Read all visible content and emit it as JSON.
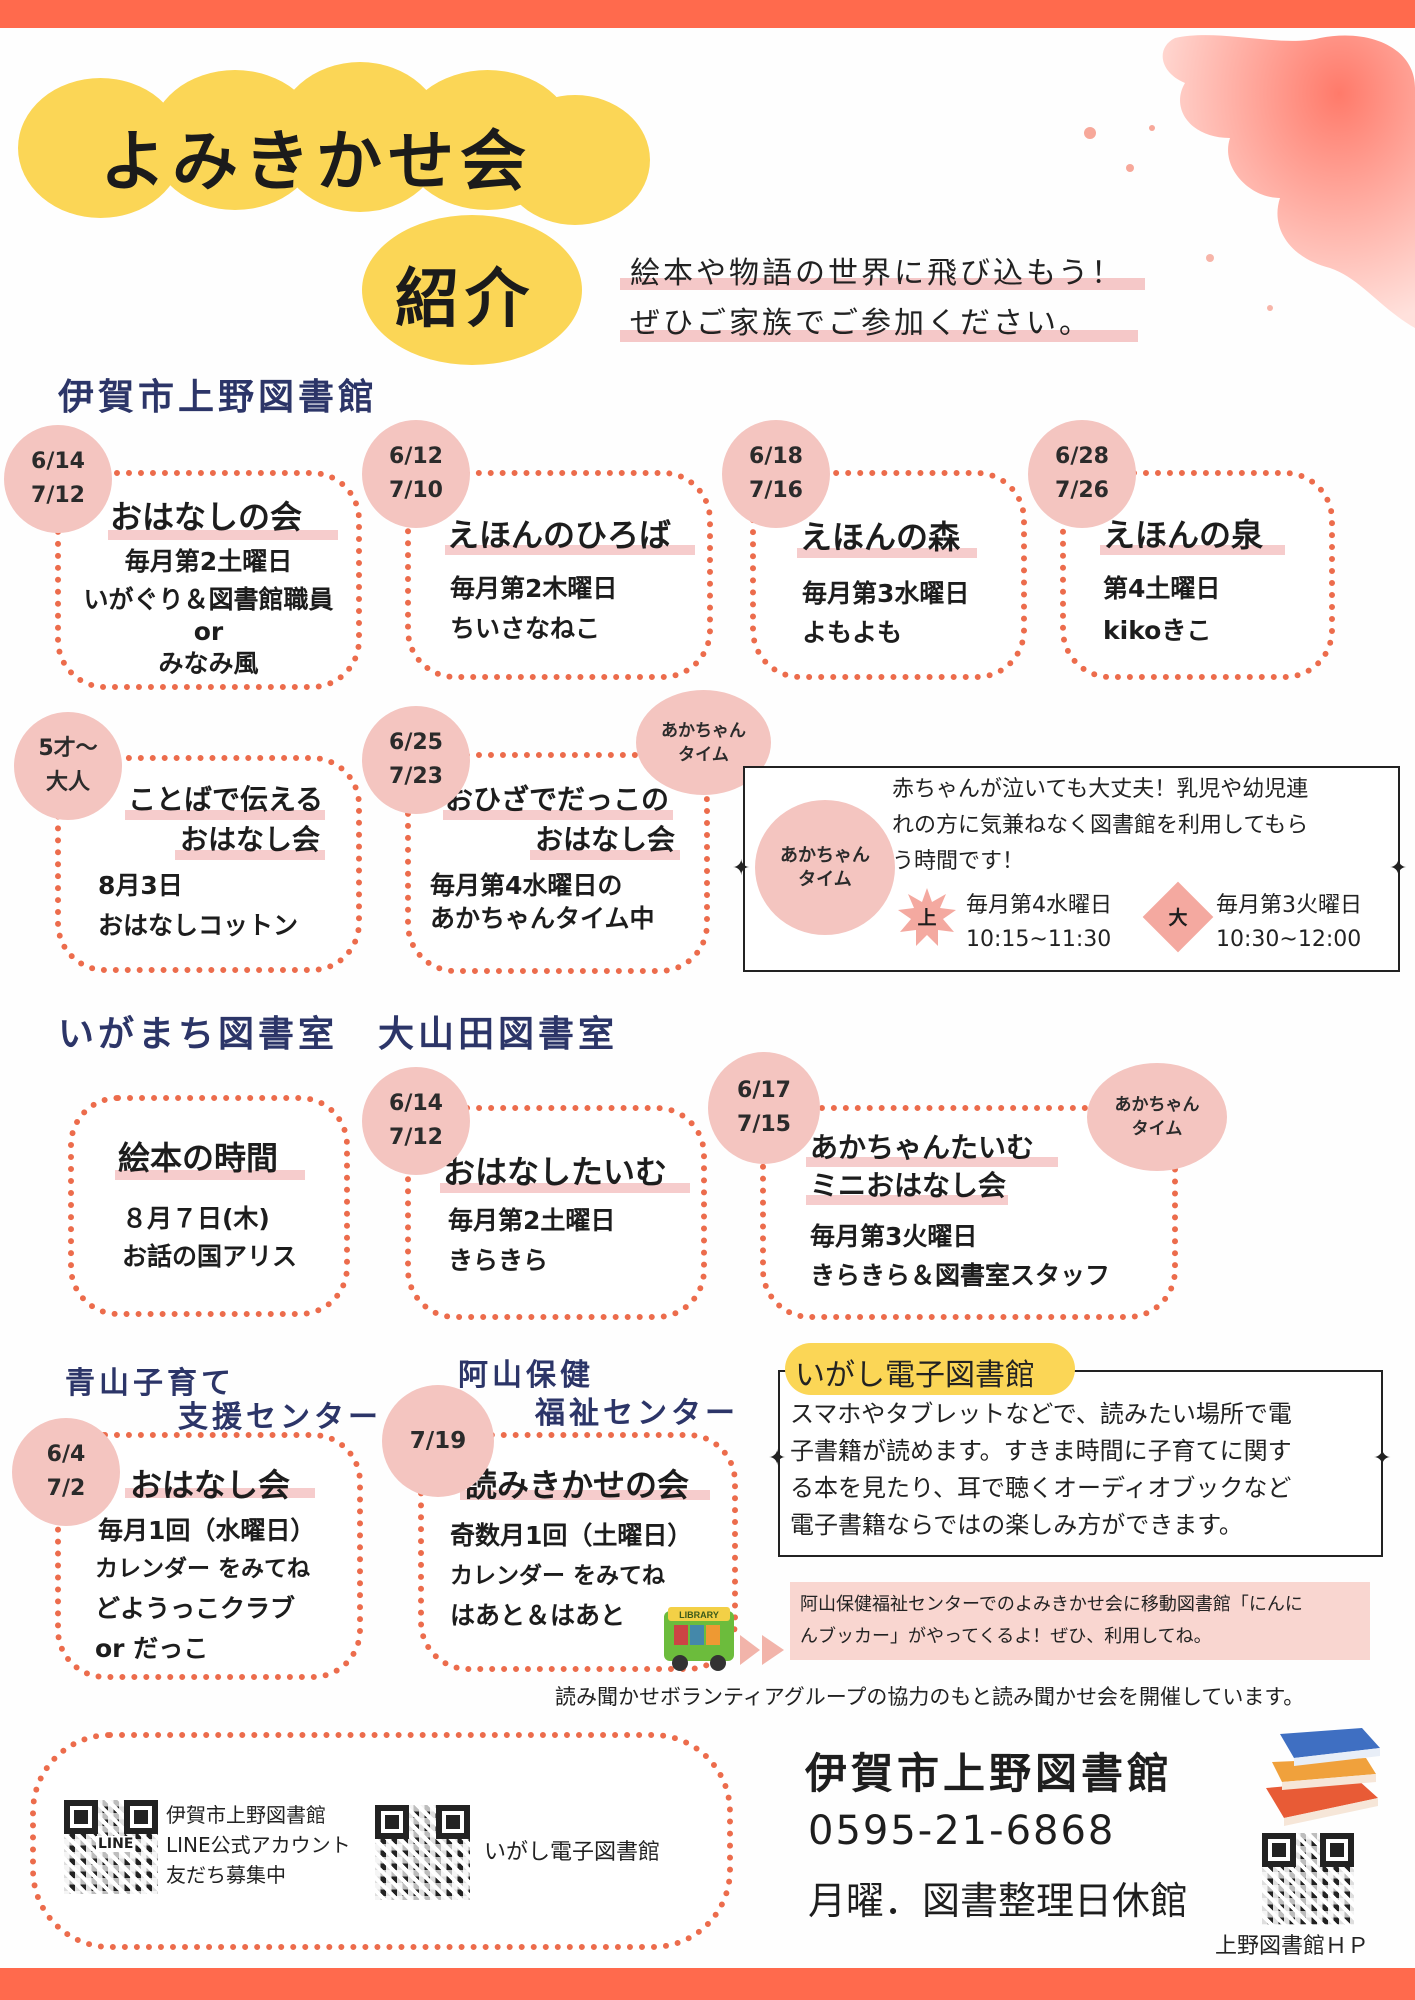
{
  "header": {
    "title": "よみきかせ会",
    "title2": "紹介",
    "lead1": "絵本や物語の世界に飛び込もう！",
    "lead2": "ぜひご家族でご参加ください。"
  },
  "section1": {
    "heading": "伊賀市上野図書館",
    "cards": [
      {
        "d1": "6/14",
        "d2": "7/12",
        "title": "おはなしの会",
        "l1": "毎月第2土曜日",
        "l2": "いがぐり＆図書館職員",
        "l3": "or",
        "l4": "みなみ風"
      },
      {
        "d1": "6/12",
        "d2": "7/10",
        "title": "えほんのひろば",
        "l1": "毎月第2木曜日",
        "l2": "ちいさなねこ"
      },
      {
        "d1": "6/18",
        "d2": "7/16",
        "title": "えほんの森",
        "l1": "毎月第3水曜日",
        "l2": "よもよも"
      },
      {
        "d1": "6/28",
        "d2": "7/26",
        "title": "えほんの泉",
        "l1": "第4土曜日",
        "l2": "kikoきこ"
      },
      {
        "d1": "5才～",
        "d2": "大人",
        "t1": "ことばで伝える",
        "t2": "おはなし会",
        "l1": "8月3日",
        "l2": "おはなしコットン"
      },
      {
        "d1": "6/25",
        "d2": "7/23",
        "t1": "おひざでだっこの",
        "t2": "おはなし会",
        "l1": "毎月第4水曜日の",
        "l2": "あかちゃんタイム中",
        "aka1": "あかちゃん",
        "aka2": "タイム"
      }
    ],
    "info": {
      "badge1": "あかちゃん",
      "badge2": "タイム",
      "t1": "赤ちゃんが泣いても大丈夫！乳児や幼児連",
      "t2": "れの方に気兼ねなく図書館を利用してもら",
      "t3": "う時間です！",
      "m1": "上",
      "m1a": "毎月第4水曜日",
      "m1b": "10:15~11:30",
      "m2": "大",
      "m2a": "毎月第3火曜日",
      "m2b": "10:30~12:00"
    }
  },
  "section2": {
    "heading": "いがまち図書室　大山田図書室",
    "cards": [
      {
        "title": "絵本の時間",
        "l1": "８月７日(木)",
        "l2": "お話の国アリス"
      },
      {
        "d1": "6/14",
        "d2": "7/12",
        "title": "おはなしたいむ",
        "l1": "毎月第2土曜日",
        "l2": "きらきら"
      },
      {
        "d1": "6/17",
        "d2": "7/15",
        "t1": "あかちゃんたいむ",
        "t2": "ミニおはなし会",
        "l1": "毎月第3火曜日",
        "l2": "きらきら＆図書室スタッフ",
        "aka1": "あかちゃん",
        "aka2": "タイム"
      }
    ]
  },
  "section3": {
    "h1a": "青山子育て",
    "h1b": "支援センター",
    "h2a": "阿山保健",
    "h2b": "福祉センター",
    "cards": [
      {
        "d1": "6/4",
        "d2": "7/2",
        "title": "おはなし会",
        "l1": "毎月1回（水曜日）",
        "l2": "カレンダー をみてね",
        "l3": "どようっこクラブ",
        "l4": "or だっこ"
      },
      {
        "d1": "7/19",
        "title": "読みきかせの会",
        "l1": "奇数月1回（土曜日）",
        "l2": "カレンダー をみてね",
        "l3": "はあと＆はあと"
      }
    ],
    "bus_label": "LIBRARY",
    "ebook": {
      "title": "いがし電子図書館",
      "t1": "スマホやタブレットなどで、読みたい場所で電",
      "t2": "子書籍が読めます。すきま時間に子育てに関す",
      "t3": "る本を見たり、耳で聴くオーディオブックなど",
      "t4": "電子書籍ならではの楽しみ方ができます。"
    },
    "note1": "阿山保健福祉センターでのよみきかせ会に移動図書館「にんに",
    "note2": "んブッカー」がやってくるよ！ぜひ、利用してね。",
    "volunteer": "読み聞かせボランティアグループの協力のもと読み聞かせ会を開催しています。"
  },
  "footer": {
    "line1": "伊賀市上野図書館",
    "line2": "LINE公式アカウント",
    "line3": "友だち募集中",
    "qr_line_label": "LINE",
    "ebook_label": "いがし電子図書館",
    "lib_name": "伊賀市上野図書館",
    "phone": "0595-21-6868",
    "closed": "月曜．図書整理日休館",
    "hp": "上野図書館ＨＰ"
  }
}
